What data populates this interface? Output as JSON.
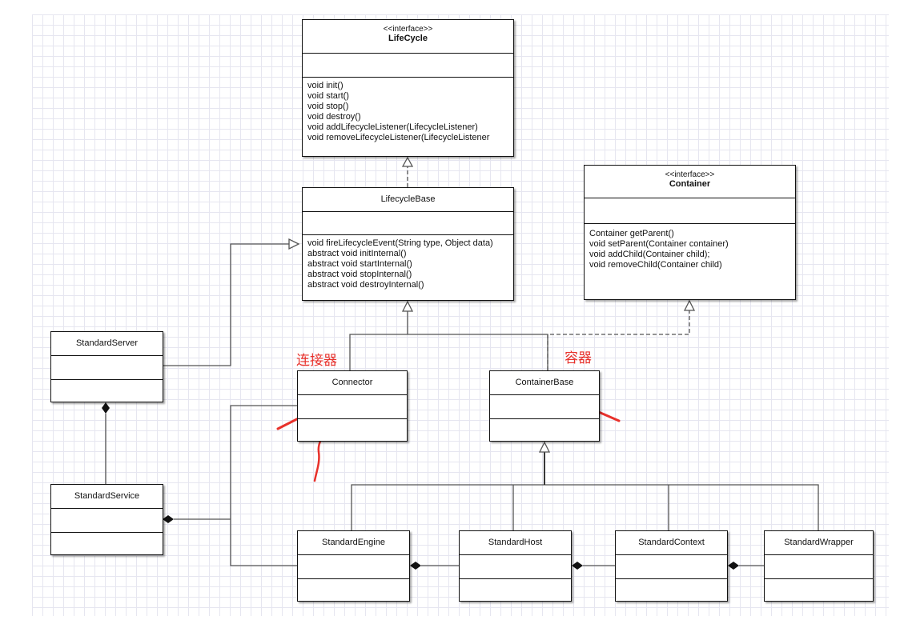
{
  "classes": {
    "lifecycle": {
      "stereotype": "<<interface>>",
      "name": "LifeCycle",
      "operations": [
        "void init()",
        "void start()",
        "void stop()",
        "void destroy()",
        "void addLifecycleListener(LifecycleListener)",
        "void removeLifecycleListener(LifecycleListener"
      ]
    },
    "lifecycle_base": {
      "name": "LifecycleBase",
      "operations": [
        "void fireLifecycleEvent(String type, Object data)",
        "abstract void initInternal()",
        "abstract void startInternal()",
        "abstract void stopInternal()",
        "abstract void destroyInternal()"
      ]
    },
    "container": {
      "stereotype": "<<interface>>",
      "name": "Container",
      "operations": [
        " Container getParent()",
        "void setParent(Container container)",
        "void addChild(Container child);",
        "void removeChild(Container child)"
      ]
    },
    "standard_server": {
      "name": "StandardServer"
    },
    "standard_service": {
      "name": "StandardService"
    },
    "connector": {
      "name": "Connector"
    },
    "container_base": {
      "name": "ContainerBase"
    },
    "standard_engine": {
      "name": "StandardEngine"
    },
    "standard_host": {
      "name": "StandardHost"
    },
    "standard_context": {
      "name": "StandardContext"
    },
    "standard_wrapper": {
      "name": "StandardWrapper"
    }
  },
  "annotations": {
    "connector_label": "连接器",
    "container_label": "容器",
    "annotation_color": "#e8312b"
  }
}
